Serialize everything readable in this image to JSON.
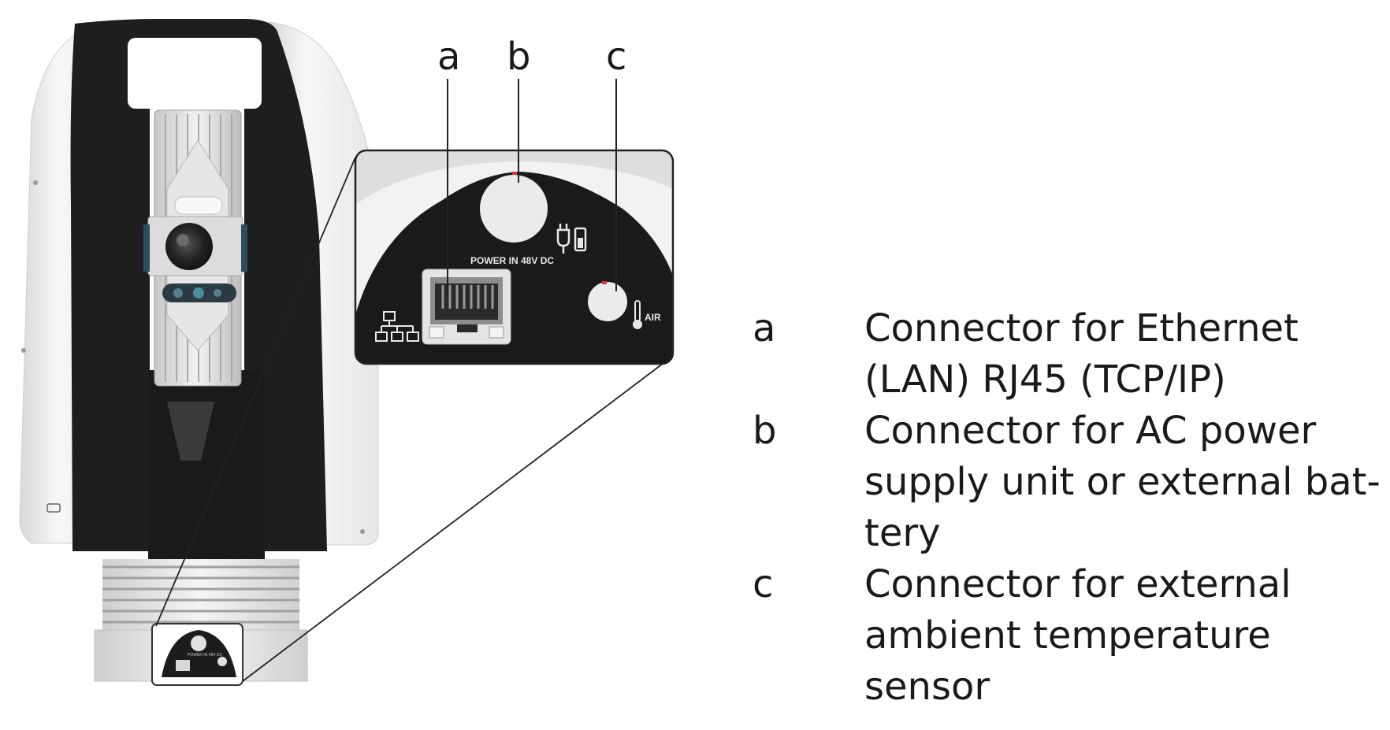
{
  "callouts": [
    {
      "key": "a"
    },
    {
      "key": "b"
    },
    {
      "key": "c"
    }
  ],
  "panel": {
    "power_label": "POWER IN 48V DC",
    "air_label": "AIR"
  },
  "legend": [
    {
      "key": "a",
      "text": "Connector for Ethernet\n(LAN) RJ45 (TCP/IP)"
    },
    {
      "key": "b",
      "text": "Connector for AC power\nsupply unit or external bat-\ntery"
    },
    {
      "key": "c",
      "text": "Connector for external\nambient temperature\nsensor"
    }
  ],
  "colors": {
    "housing_dark": "#1e1e1e",
    "housing_light": "#eeeeee",
    "led_red": "#e03030"
  }
}
